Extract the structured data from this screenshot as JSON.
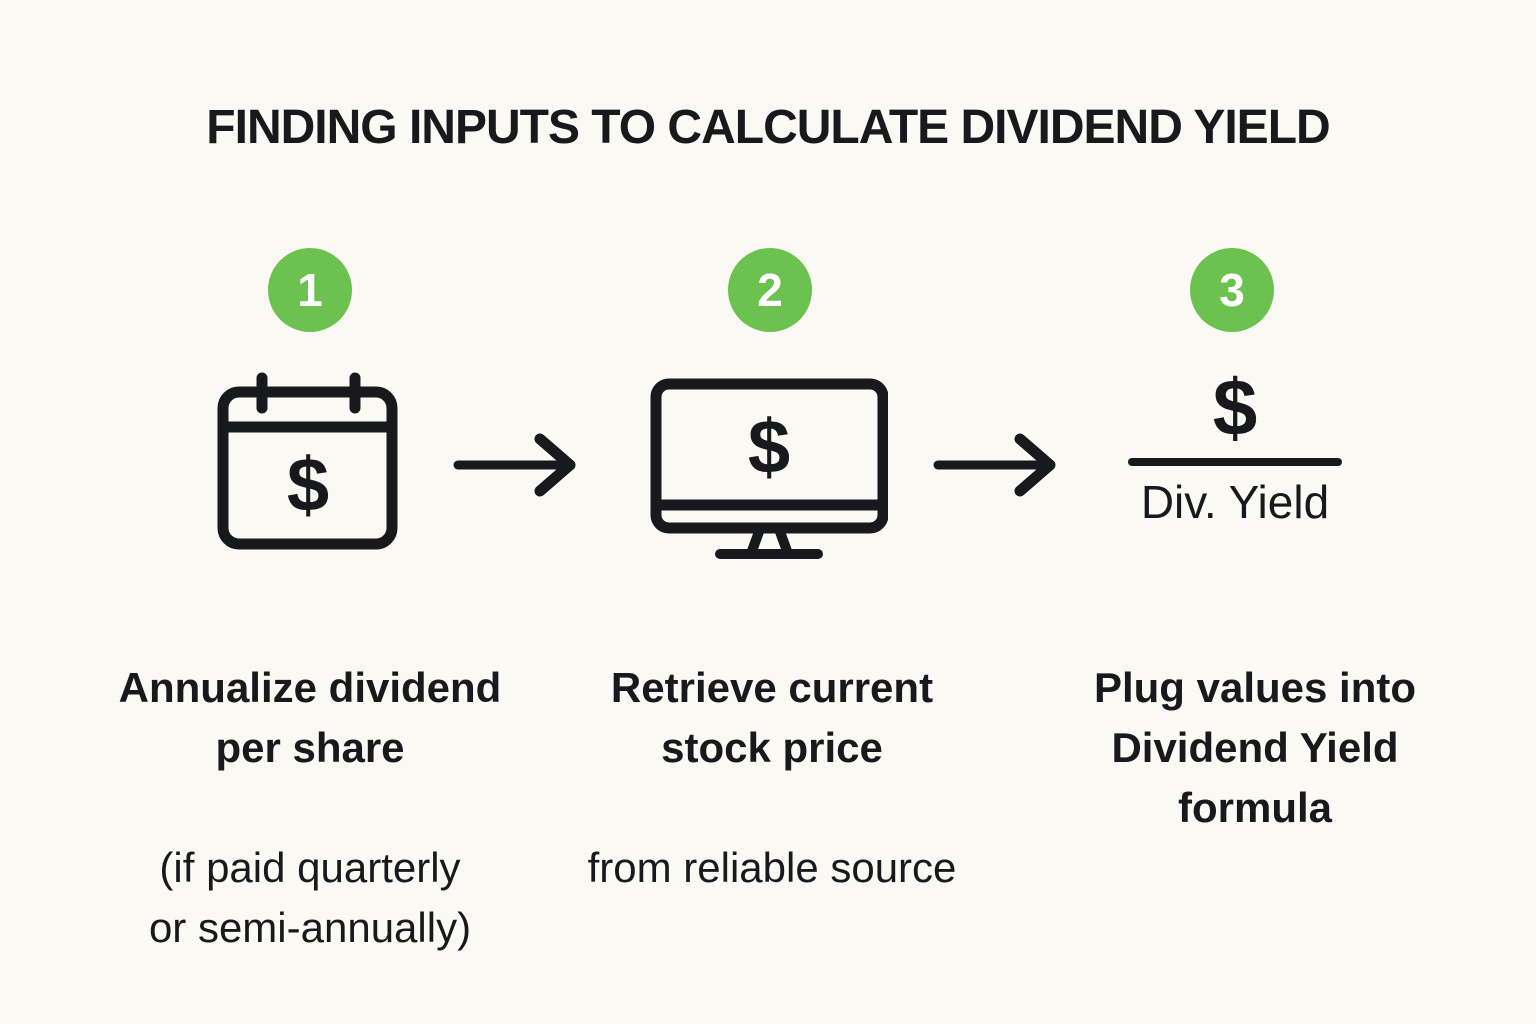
{
  "title": "FINDING INPUTS TO CALCULATE DIVIDEND YIELD",
  "colors": {
    "background": "#faf9f4",
    "ink": "#17191c",
    "accent_green": "#6cc24f",
    "badge_text": "#ffffff"
  },
  "steps": [
    {
      "number": "1",
      "icon": "calendar-dollar-icon",
      "icon_symbol": "$",
      "caption_main": "Annualize dividend\nper share",
      "caption_sub": "(if paid quarterly\nor semi-annually)"
    },
    {
      "number": "2",
      "icon": "monitor-dollar-icon",
      "icon_symbol": "$",
      "caption_main": "Retrieve current\nstock price",
      "caption_sub": "from reliable source"
    },
    {
      "number": "3",
      "icon": "dividend-yield-fraction",
      "formula_numerator": "$",
      "formula_denominator": "Div. Yield",
      "caption_main": "Plug values into\nDividend Yield\nformula",
      "caption_sub": ""
    }
  ],
  "arrows": [
    {
      "icon": "arrow-right-icon"
    },
    {
      "icon": "arrow-right-icon"
    }
  ]
}
